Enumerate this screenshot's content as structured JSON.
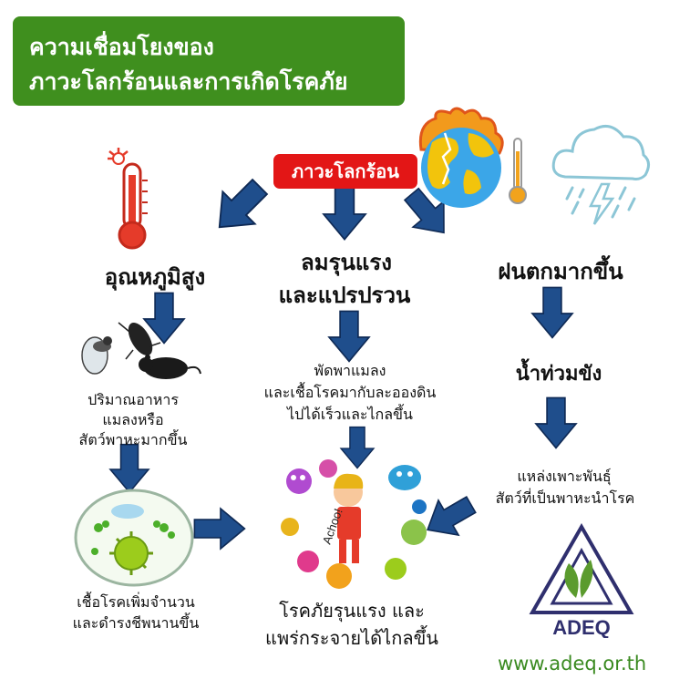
{
  "title": {
    "line1": "ความเชื่อมโยงของ",
    "line2": "ภาวะโลกร้อนและการเกิดโรคภัย"
  },
  "center_tag": "ภาวะโลกร้อน",
  "headings": {
    "temperature": "อุณหภูมิสูง",
    "wind_line1": "ลมรุนแรง",
    "wind_line2": "และแปรปรวน",
    "rain": "ฝนตกมากขึ้น",
    "flood": "น้ำท่วมขัง"
  },
  "notes": {
    "food_line1": "ปริมาณอาหาร",
    "food_line2": "แมลงหรือ",
    "food_line3": "สัตว์พาหะมากขึ้น",
    "carry_line1": "พัดพาแมลง",
    "carry_line2": "และเชื้อโรคมากับละอองดิน",
    "carry_line3": "ไปได้เร็วและไกลขึ้น",
    "breed_line1": "แหล่งเพาะพันธุ์",
    "breed_line2": "สัตว์ที่เป็นพาหะนำโรค"
  },
  "captions": {
    "germ_line1": "เชื้อโรคเพิ่มจำนวน",
    "germ_line2": "และดำรงชีพนานขึ้น",
    "disease_line1": "โรคภัยรุนแรง และ",
    "disease_line2": "แพร่กระจายได้ไกลขึ้น"
  },
  "sneeze_text": "Achoo!",
  "logo_text": "ADEQ",
  "website": "www.adeq.or.th",
  "colors": {
    "title_bg": "#3f8f1e",
    "tag_bg": "#e31616",
    "arrow": "#1f4e8c",
    "logo": "#2f2f6e",
    "url": "#3a8a20"
  }
}
